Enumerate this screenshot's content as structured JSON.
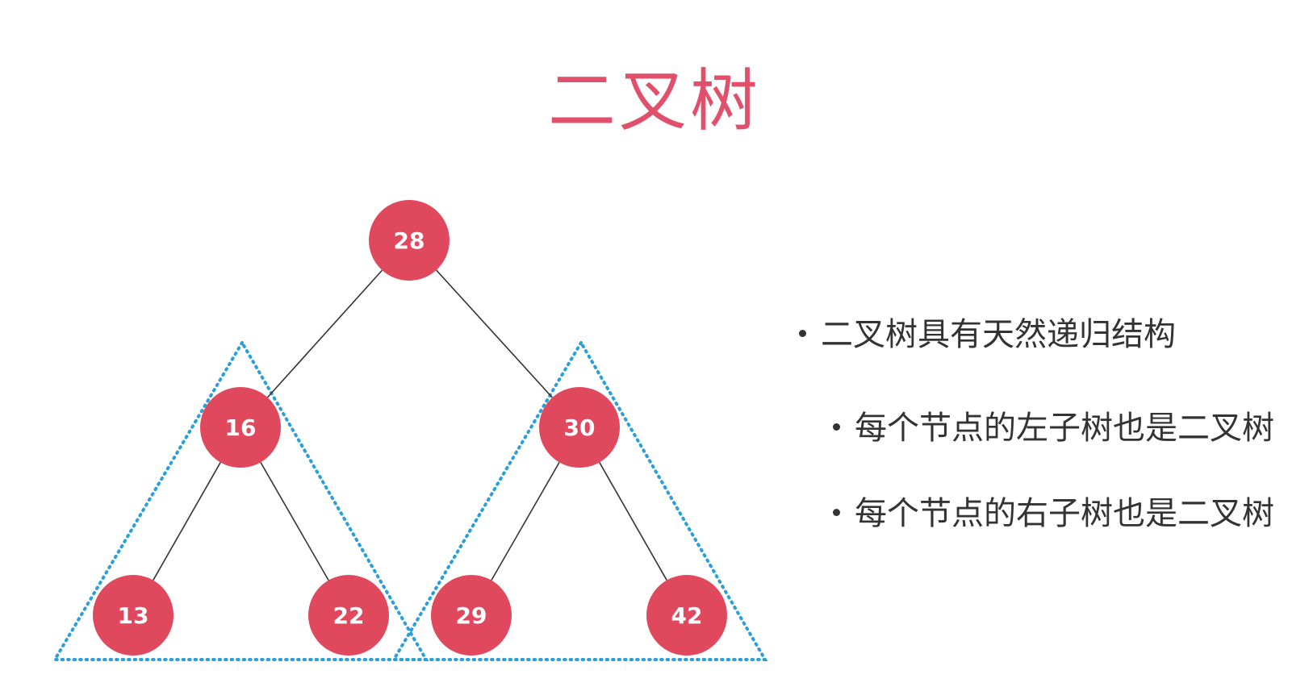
{
  "title": "二叉树",
  "colors": {
    "title": "#e0506a",
    "node_fill": "#e0485e",
    "node_text": "#ffffff",
    "edge": "#333333",
    "subtree_outline": "#2a9fd8",
    "bullet_text": "#333333"
  },
  "tree": {
    "root": "28",
    "nodes": [
      {
        "id": "n28",
        "label": "28"
      },
      {
        "id": "n16",
        "label": "16"
      },
      {
        "id": "n30",
        "label": "30"
      },
      {
        "id": "n13",
        "label": "13"
      },
      {
        "id": "n22",
        "label": "22"
      },
      {
        "id": "n29",
        "label": "29"
      },
      {
        "id": "n42",
        "label": "42"
      }
    ],
    "edges": [
      [
        "n28",
        "n16"
      ],
      [
        "n28",
        "n30"
      ],
      [
        "n16",
        "n13"
      ],
      [
        "n16",
        "n22"
      ],
      [
        "n30",
        "n29"
      ],
      [
        "n30",
        "n42"
      ]
    ],
    "subtree_highlights": [
      {
        "id": "left-subtree",
        "root": "n16"
      },
      {
        "id": "right-subtree",
        "root": "n30"
      }
    ]
  },
  "bullets": [
    {
      "text": "二叉树具有天然递归结构",
      "level": 0
    },
    {
      "text": "每个节点的左子树也是二叉树",
      "level": 1
    },
    {
      "text": "每个节点的右子树也是二叉树",
      "level": 1
    }
  ]
}
